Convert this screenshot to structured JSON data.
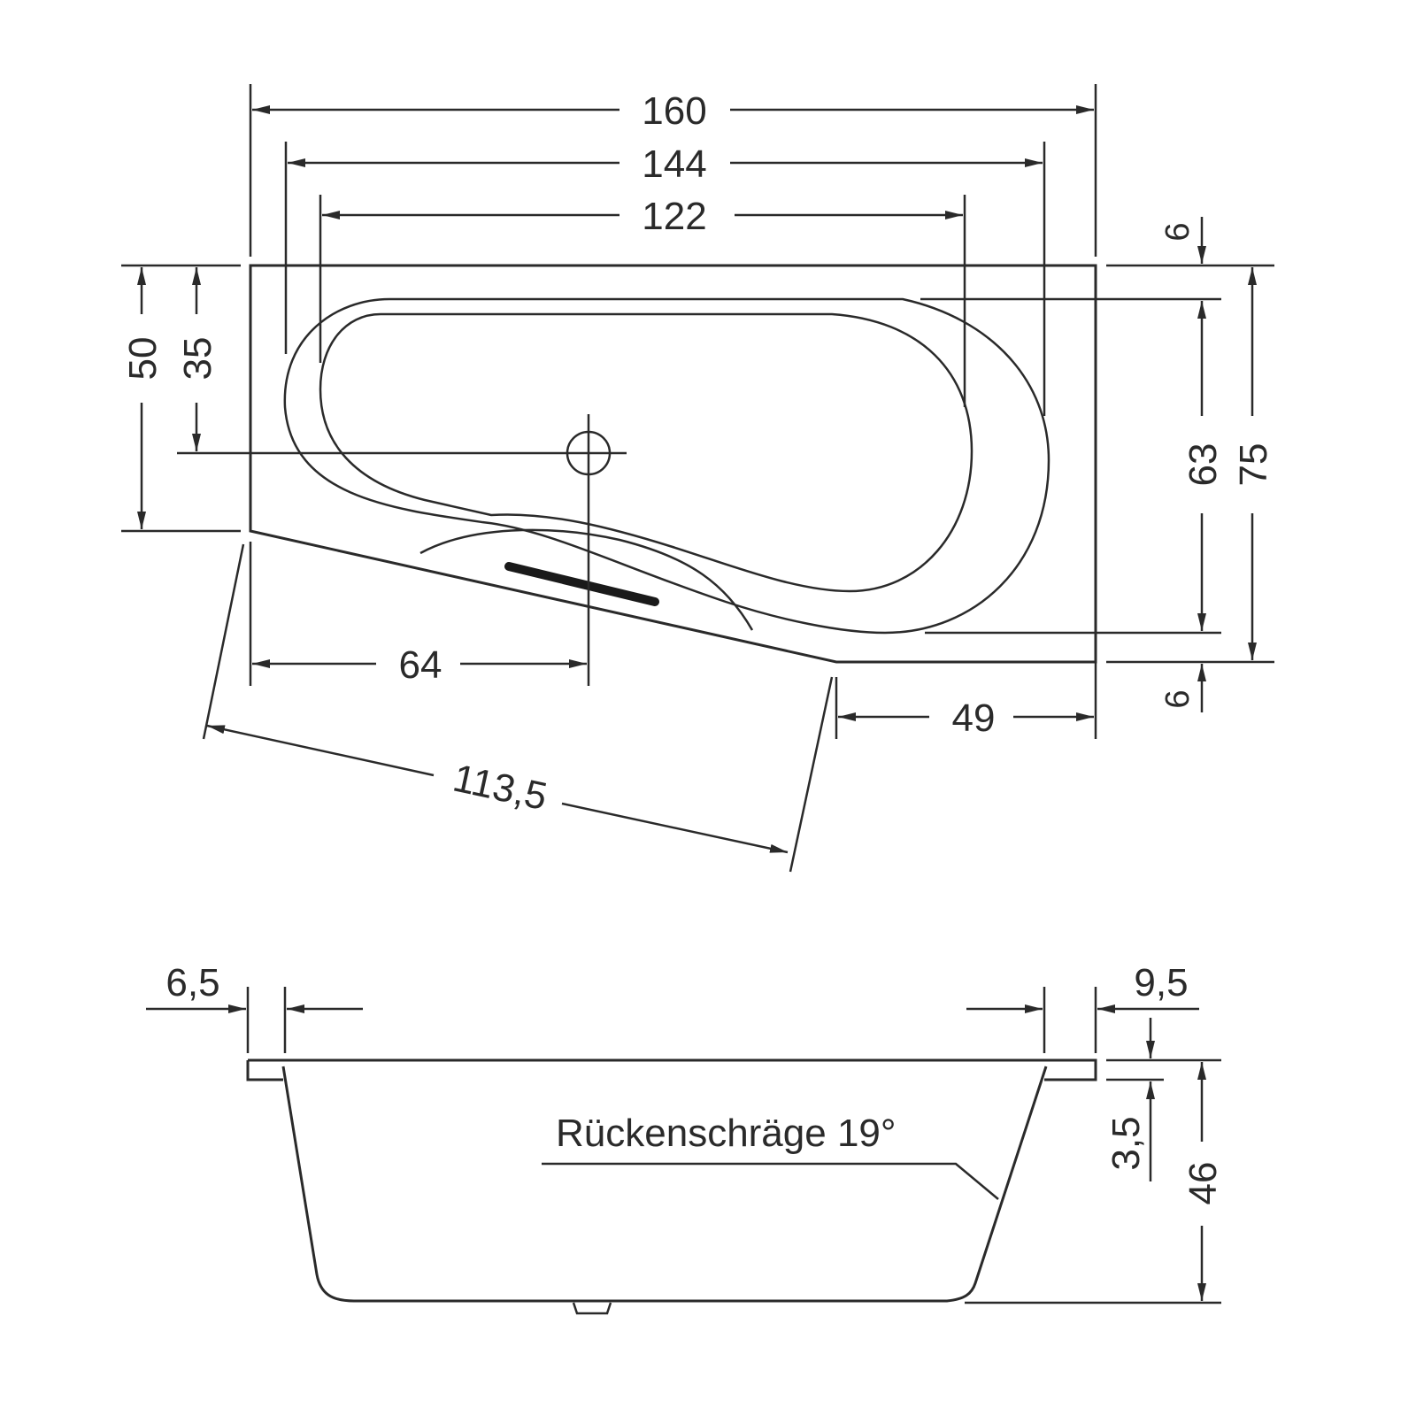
{
  "top_view": {
    "dims": {
      "overall_length": "160",
      "inner_length_144": "144",
      "inner_length_122": "122",
      "left_width": "50",
      "drain_offset_y": "35",
      "inner_width": "63",
      "overall_width": "75",
      "rim_top": "6",
      "rim_bottom": "6",
      "drain_offset_x": "64",
      "right_straight": "49",
      "slant_length": "113,5"
    }
  },
  "side_view": {
    "dims": {
      "rim_left": "6,5",
      "rim_right": "9,5",
      "rim_thickness": "3,5",
      "depth": "46"
    },
    "annotation": "Rückenschräge 19°"
  },
  "colors": {
    "line": "#2a2a2a",
    "background": "#ffffff"
  }
}
